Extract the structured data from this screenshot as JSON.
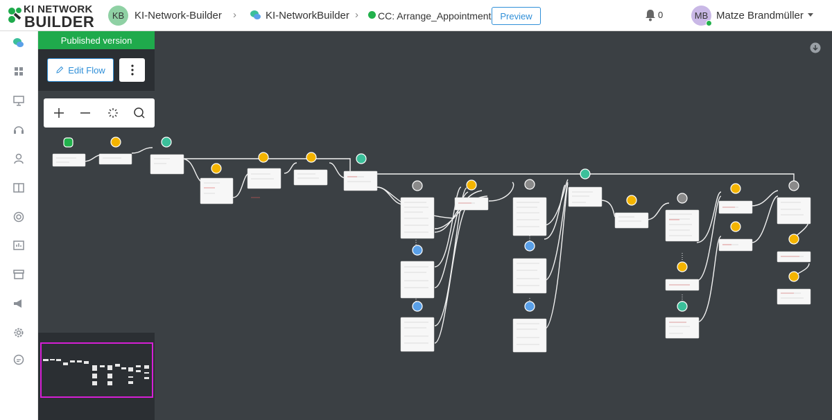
{
  "logo": {
    "brand_top": "KI NETWORK",
    "brand_bottom": "BUILDER"
  },
  "breadcrumb": {
    "workspace_initials": "KB",
    "workspace_name": "KI-Network-Builder",
    "project_name": "KI-NetworkBuilder",
    "flow_name": "CC: Arrange_Appointment"
  },
  "header": {
    "preview_label": "Preview",
    "notifications_count": "0"
  },
  "user": {
    "initials": "MB",
    "name": "Matze Brandmüller"
  },
  "sidebar": {
    "items": [
      "chat-bubbles-icon",
      "dashboard-grid-icon",
      "presentation-icon",
      "headset-icon",
      "user-icon",
      "book-icon",
      "lifebuoy-icon",
      "analytics-icon",
      "archive-icon",
      "megaphone-icon",
      "gear-icon",
      "help-chat-icon"
    ]
  },
  "flow_panel": {
    "published_label": "Published version",
    "edit_flow_label": "Edit Flow"
  },
  "colors": {
    "canvas": "#3b4044",
    "published": "#1faa4c",
    "accent": "#2f8fd8",
    "start_node": "#22b14c",
    "action_node": "#f4b400",
    "condition_node": "#3bbf9a",
    "message_node": "#8a8a8a",
    "input_node": "#5aa0e8",
    "minimap_frame": "#d61fd6"
  }
}
